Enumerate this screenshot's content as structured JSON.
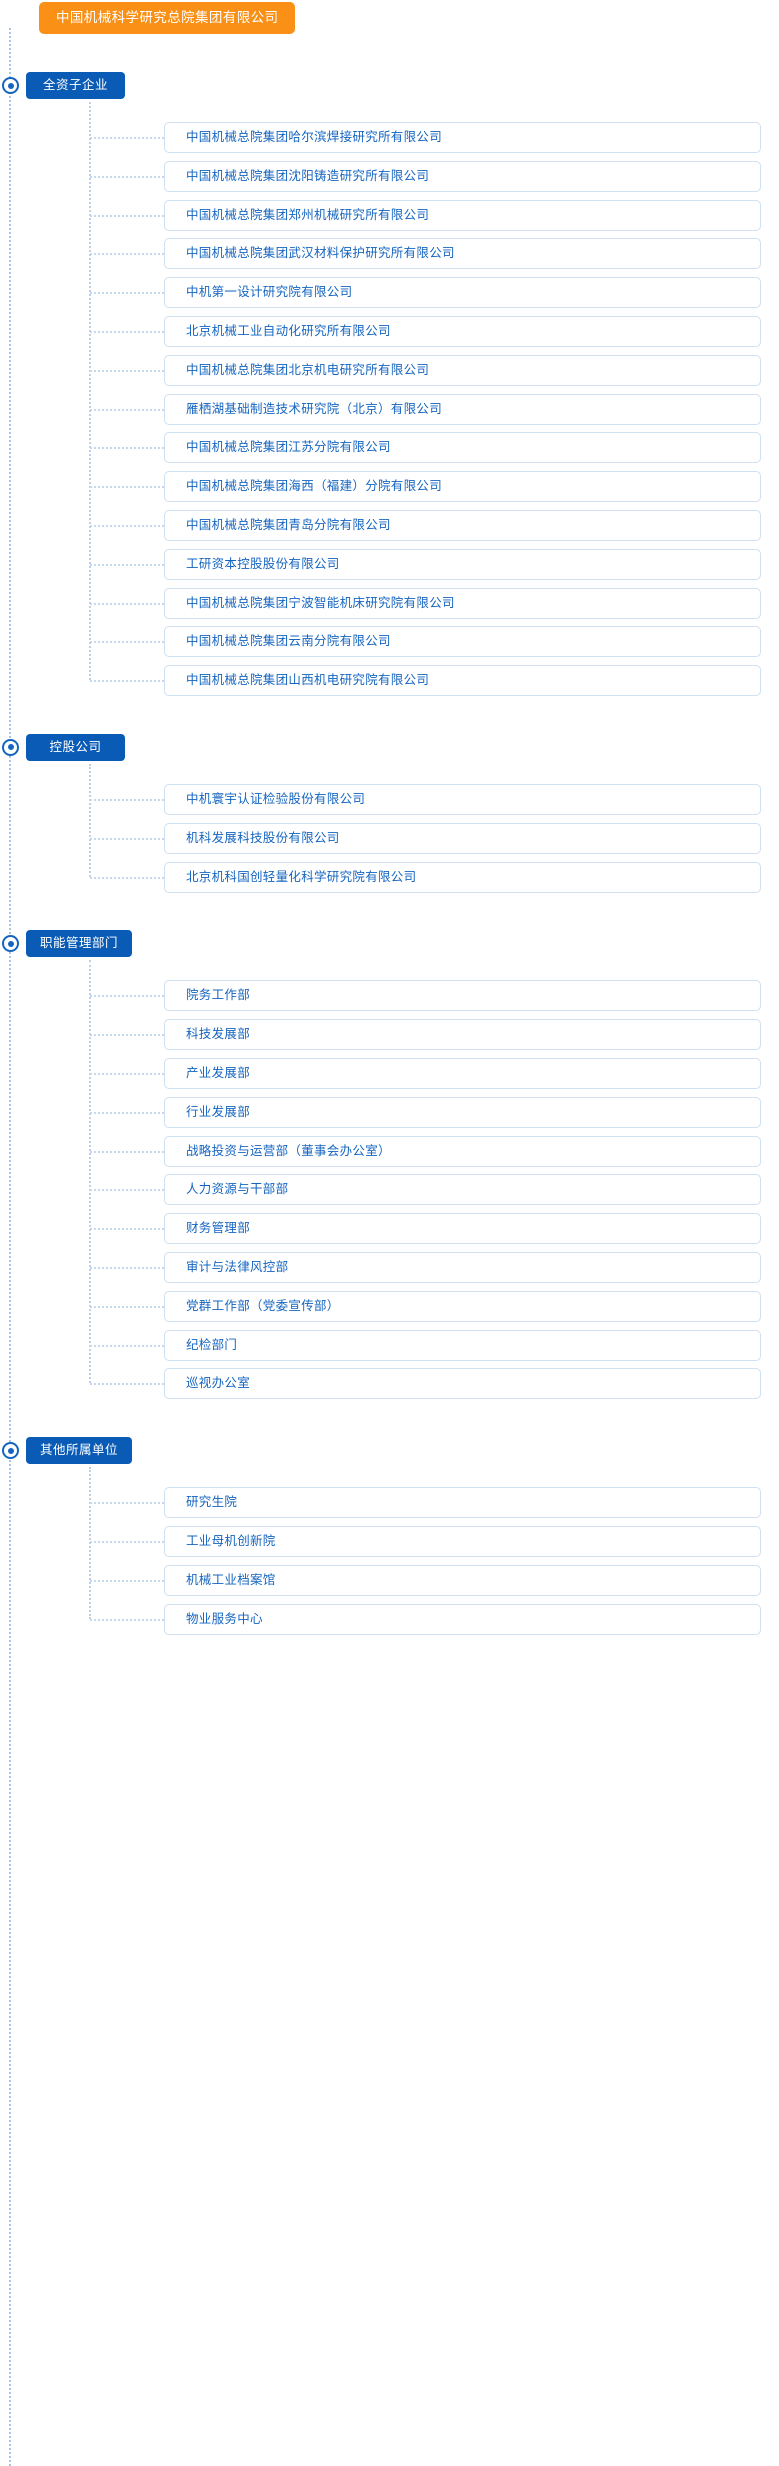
{
  "chart": {
    "root": {
      "label": "中国机械科学研究总院集团有限公司",
      "color": "#FA9016"
    },
    "accent_color": "#0A5BB5",
    "leaf_text_color": "#1565C0",
    "leaf_border_color": "#CFE0F0",
    "connector_color": "#C5D8EC",
    "sections": [
      {
        "title": "全资子企业",
        "items": [
          "中国机械总院集团哈尔滨焊接研究所有限公司",
          "中国机械总院集团沈阳铸造研究所有限公司",
          "中国机械总院集团郑州机械研究所有限公司",
          "中国机械总院集团武汉材料保护研究所有限公司",
          "中机第一设计研究院有限公司",
          "北京机械工业自动化研究所有限公司",
          "中国机械总院集团北京机电研究所有限公司",
          "雁栖湖基础制造技术研究院（北京）有限公司",
          "中国机械总院集团江苏分院有限公司",
          "中国机械总院集团海西（福建）分院有限公司",
          "中国机械总院集团青岛分院有限公司",
          "工研资本控股股份有限公司",
          "中国机械总院集团宁波智能机床研究院有限公司",
          "中国机械总院集团云南分院有限公司",
          "中国机械总院集团山西机电研究院有限公司"
        ]
      },
      {
        "title": "控股公司",
        "items": [
          "中机寰宇认证检验股份有限公司",
          "机科发展科技股份有限公司",
          "北京机科国创轻量化科学研究院有限公司"
        ]
      },
      {
        "title": "职能管理部门",
        "items": [
          "院务工作部",
          "科技发展部",
          "产业发展部",
          "行业发展部",
          "战略投资与运营部（董事会办公室）",
          "人力资源与干部部",
          "财务管理部",
          "审计与法律风控部",
          "党群工作部（党委宣传部）",
          "纪检部门",
          "巡视办公室"
        ]
      },
      {
        "title": "其他所属单位",
        "items": [
          "研究生院",
          "工业母机创新院",
          "机械工业档案馆",
          "物业服务中心"
        ]
      }
    ]
  }
}
